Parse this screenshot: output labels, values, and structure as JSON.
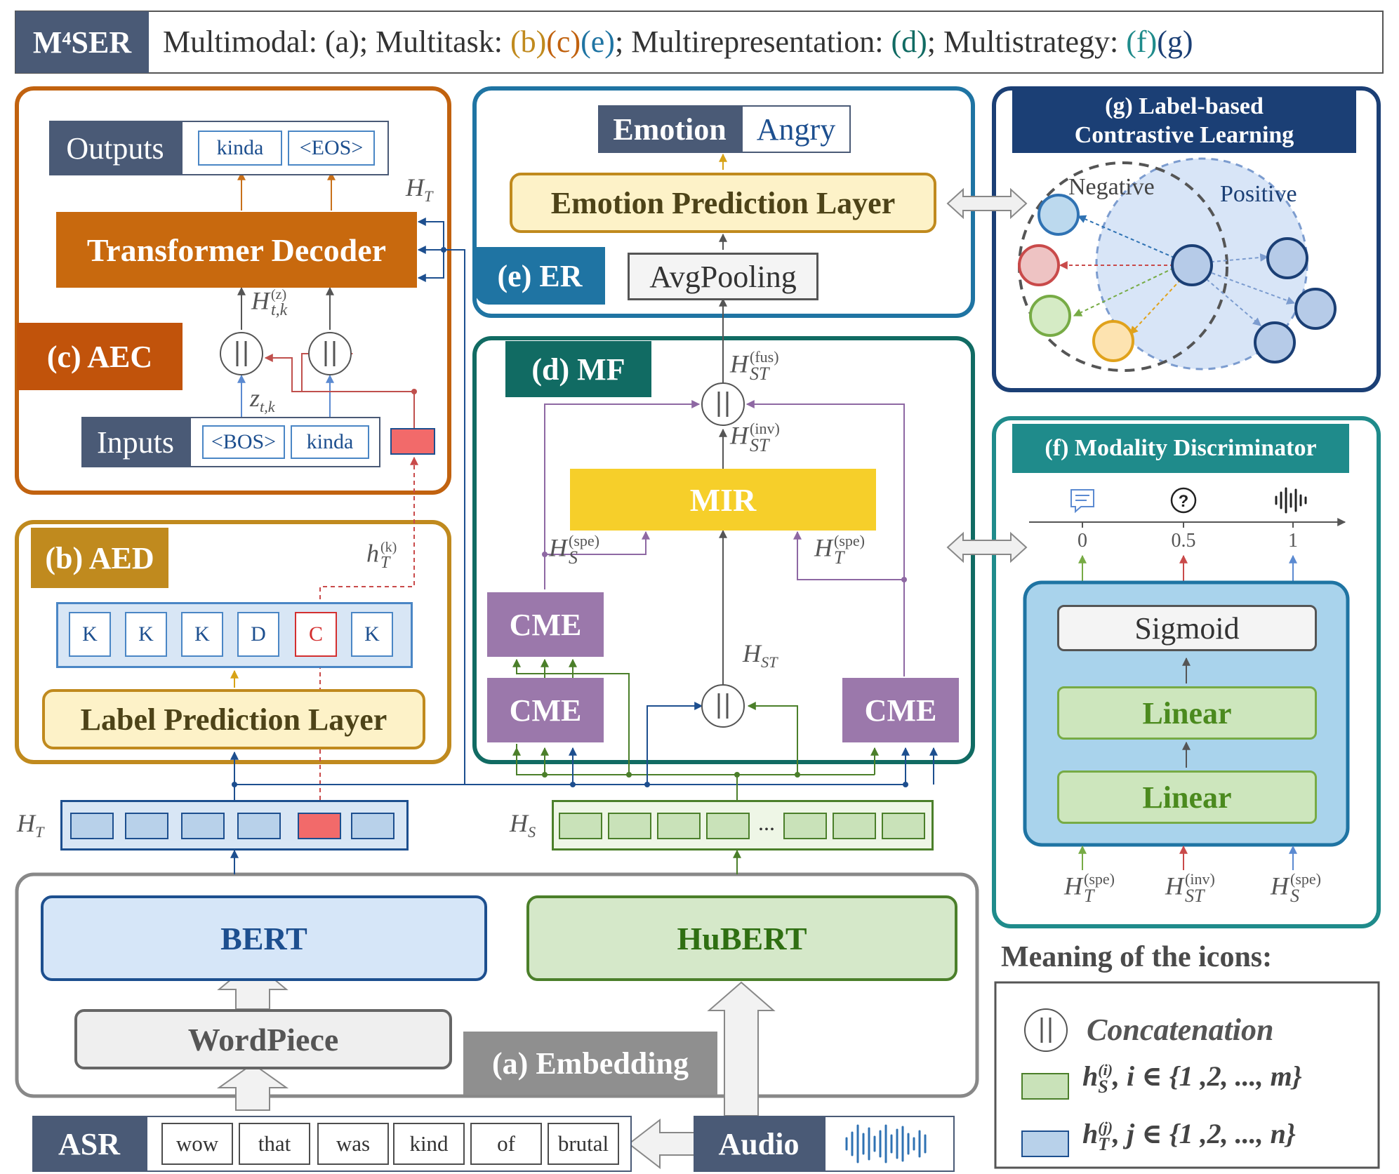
{
  "header": {
    "badge": "M⁴SER",
    "line1": "Multimodal: (a); Multitask: ",
    "tags1": [
      {
        "text": "(b)",
        "color": "#c08a1e"
      },
      {
        "text": "(c)",
        "color": "#c1620f"
      },
      {
        "text": "(e)",
        "color": "#1f74a3"
      }
    ],
    "line2": "; Multirepresentation: ",
    "tag_d": "(d)",
    "line3": "; Multistrategy: ",
    "tags2": [
      {
        "text": "(f)",
        "color": "#1f8b8b"
      },
      {
        "text": "(g)",
        "color": "#1b3f75"
      }
    ]
  },
  "aec": {
    "label": "(c) AEC",
    "outputs_label": "Outputs",
    "outputs": [
      "kinda",
      "<EOS>"
    ],
    "decoder": "Transformer Decoder",
    "inputs_label": "Inputs",
    "inputs": [
      "<BOS>",
      "kinda"
    ],
    "ht": "H",
    "ht_sub": "T",
    "htk": "H",
    "htk_sup": "(z)",
    "htk_sub": "t,k",
    "z": "z",
    "z_sub": "t,k"
  },
  "aed": {
    "label": "(b) AED",
    "labels": [
      "K",
      "K",
      "K",
      "D",
      "C",
      "K"
    ],
    "layer": "Label Prediction Layer",
    "hk": "h",
    "hk_sup": "(k)",
    "hk_sub": "T"
  },
  "er": {
    "label": "(e) ER",
    "emotion_key": "Emotion",
    "emotion_val": "Angry",
    "layer": "Emotion Prediction Layer",
    "pool": "AvgPooling"
  },
  "mf": {
    "label": "(d) MF",
    "mir": "MIR",
    "cme": "CME",
    "h_fus": {
      "base": "H",
      "sub": "ST",
      "sup": "(fus)"
    },
    "h_inv": {
      "base": "H",
      "sub": "ST",
      "sup": "(inv)"
    },
    "h_s_spe": {
      "base": "H",
      "sub": "S",
      "sup": "(spe)"
    },
    "h_t_spe": {
      "base": "H",
      "sub": "T",
      "sup": "(spe)"
    },
    "h_st": {
      "base": "H",
      "sub": "ST"
    }
  },
  "glcl": {
    "title1": "(g) Label-based",
    "title2": "Contrastive Learning",
    "negative": "Negative",
    "positive": "Positive"
  },
  "md": {
    "title": "(f) Modality Discriminator",
    "ticks": [
      "0",
      "0.5",
      "1"
    ],
    "sigmoid": "Sigmoid",
    "linear": "Linear",
    "inputs": [
      {
        "base": "H",
        "sub": "T",
        "sup": "(spe)"
      },
      {
        "base": "H",
        "sub": "ST",
        "sup": "(inv)"
      },
      {
        "base": "H",
        "sub": "S",
        "sup": "(spe)"
      }
    ]
  },
  "embedding": {
    "label": "(a) Embedding",
    "bert": "BERT",
    "hubert": "HuBERT",
    "wordpiece": "WordPiece",
    "ht": "H",
    "ht_sub": "T",
    "hs": "H",
    "hs_sub": "S",
    "dots": "..."
  },
  "asr": {
    "label": "ASR",
    "words": [
      "wow",
      "that",
      "was",
      "kind",
      "of",
      "brutal"
    ],
    "audio": "Audio"
  },
  "legend": {
    "title": "Meaning of the icons:",
    "concat": "Concatenation",
    "hs_item": "h",
    "hs_sup": "(i)",
    "hs_sub": "S",
    "hs_set": ", i ∈ {1 ,2, ..., m}",
    "ht_item": "h",
    "ht_sup": "(j)",
    "ht_sub": "T",
    "ht_set": ", j ∈ {1 ,2, ..., n}"
  },
  "colors": {
    "aec": "#c1620f",
    "aed": "#c08a1e",
    "er": "#1f74a3",
    "mf": "#116b63",
    "glcl": "#1b3f75",
    "md": "#1f8b8b",
    "slate": "#4a5a76",
    "cme": "#9b78ab",
    "mir": "#f6cf2a"
  }
}
